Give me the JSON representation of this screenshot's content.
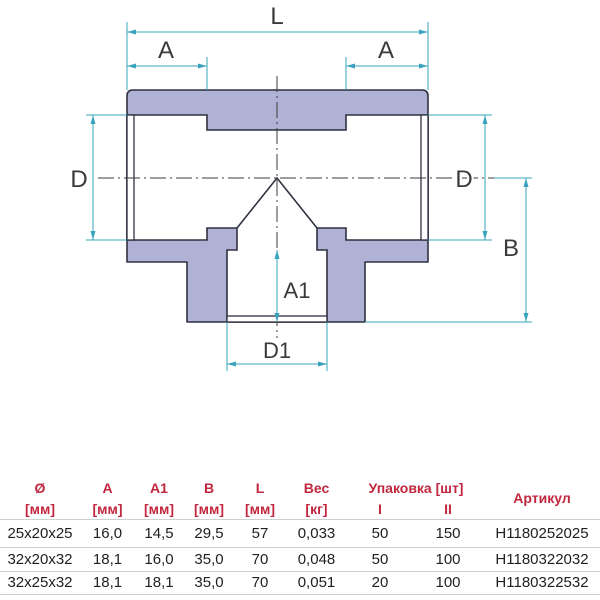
{
  "colors": {
    "body_fill": "#afb1d5",
    "outline": "#2f3140",
    "dimension": "#3aa3bd",
    "label": "#3a3a3a",
    "header_red": "#c1273f",
    "text": "#1f1f1f"
  },
  "drawing": {
    "labels": {
      "L": "L",
      "A_left": "A",
      "A_right": "A",
      "D_left": "D",
      "D_right": "D",
      "B": "B",
      "A1": "A1",
      "D1": "D1"
    }
  },
  "table": {
    "headers": {
      "diameter": "Ø",
      "diameter_unit": "[мм]",
      "A": "A",
      "A_unit": "[мм]",
      "A1": "A1",
      "A1_unit": "[мм]",
      "B": "B",
      "B_unit": "[мм]",
      "L": "L",
      "L_unit": "[мм]",
      "weight": "Вес",
      "weight_unit": "[кг]",
      "packaging": "Упаковка [шт]",
      "packaging_I": "I",
      "packaging_II": "II",
      "article": "Артикул"
    },
    "rows": [
      {
        "size": "25x20x25",
        "A": "16,0",
        "A1": "14,5",
        "B": "29,5",
        "L": "57",
        "weight": "0,033",
        "pack_I": "50",
        "pack_II": "150",
        "article": "H1180252025"
      },
      {
        "size": "32x20x32",
        "A": "18,1",
        "A1": "16,0",
        "B": "35,0",
        "L": "70",
        "weight": "0,048",
        "pack_I": "50",
        "pack_II": "100",
        "article": "H1180322032"
      },
      {
        "size": "32x25x32",
        "A": "18,1",
        "A1": "18,1",
        "B": "35,0",
        "L": "70",
        "weight": "0,051",
        "pack_I": "20",
        "pack_II": "100",
        "article": "H1180322532"
      }
    ]
  }
}
